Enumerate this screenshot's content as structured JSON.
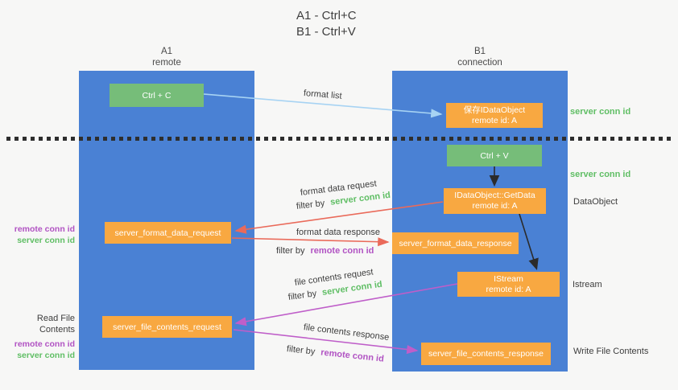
{
  "title": {
    "line1": "A1 - Ctrl+C",
    "line2": "B1 - Ctrl+V"
  },
  "lanes": {
    "left": {
      "name": "A1",
      "role": "remote"
    },
    "right": {
      "name": "B1",
      "role": "connection"
    }
  },
  "nodes": {
    "ctrl_c": {
      "label": "Ctrl + C"
    },
    "ctrl_v": {
      "label": "Ctrl + V"
    },
    "save_dataobject": {
      "line1": "保存IDataObject",
      "line2": "remote id: A"
    },
    "getdata": {
      "line1": "IDataObject::GetData",
      "line2": "remote id: A"
    },
    "format_request": {
      "label": "server_format_data_request"
    },
    "format_response": {
      "label": "server_format_data_response"
    },
    "istream": {
      "line1": "IStream",
      "line2": "remote id: A"
    },
    "file_request": {
      "label": "server_file_contents_request"
    },
    "file_response": {
      "label": "server_file_contents_response"
    }
  },
  "arrow_labels": {
    "format_list": "format list",
    "format_data_request": "format data request",
    "format_data_response": "format data response",
    "file_contents_request": "file contents request",
    "file_contents_response": "file contents response",
    "filter_by": "filter by",
    "server_conn_id": "server conn id",
    "remote_conn_id": "remote conn id"
  },
  "side_labels": {
    "server_conn_id_top": "server conn id",
    "server_conn_id_mid": "server conn id",
    "dataobject": "DataObject",
    "istream": "Istream",
    "write_file_contents": "Write File Contents",
    "read_file_contents": "Read File Contents",
    "remote_conn_id": "remote conn id",
    "server_conn_id": "server conn id"
  },
  "colors": {
    "lane_blue": "#4A81D4",
    "node_green": "#76BD79",
    "node_orange": "#F8A841",
    "text_green": "#5FBE64",
    "text_purple": "#B153C3",
    "arrow_red": "#EA6A5A",
    "arrow_magenta": "#BF5EC9",
    "arrow_blue": "#A7D3F3",
    "arrow_black": "#2B2B2B"
  }
}
